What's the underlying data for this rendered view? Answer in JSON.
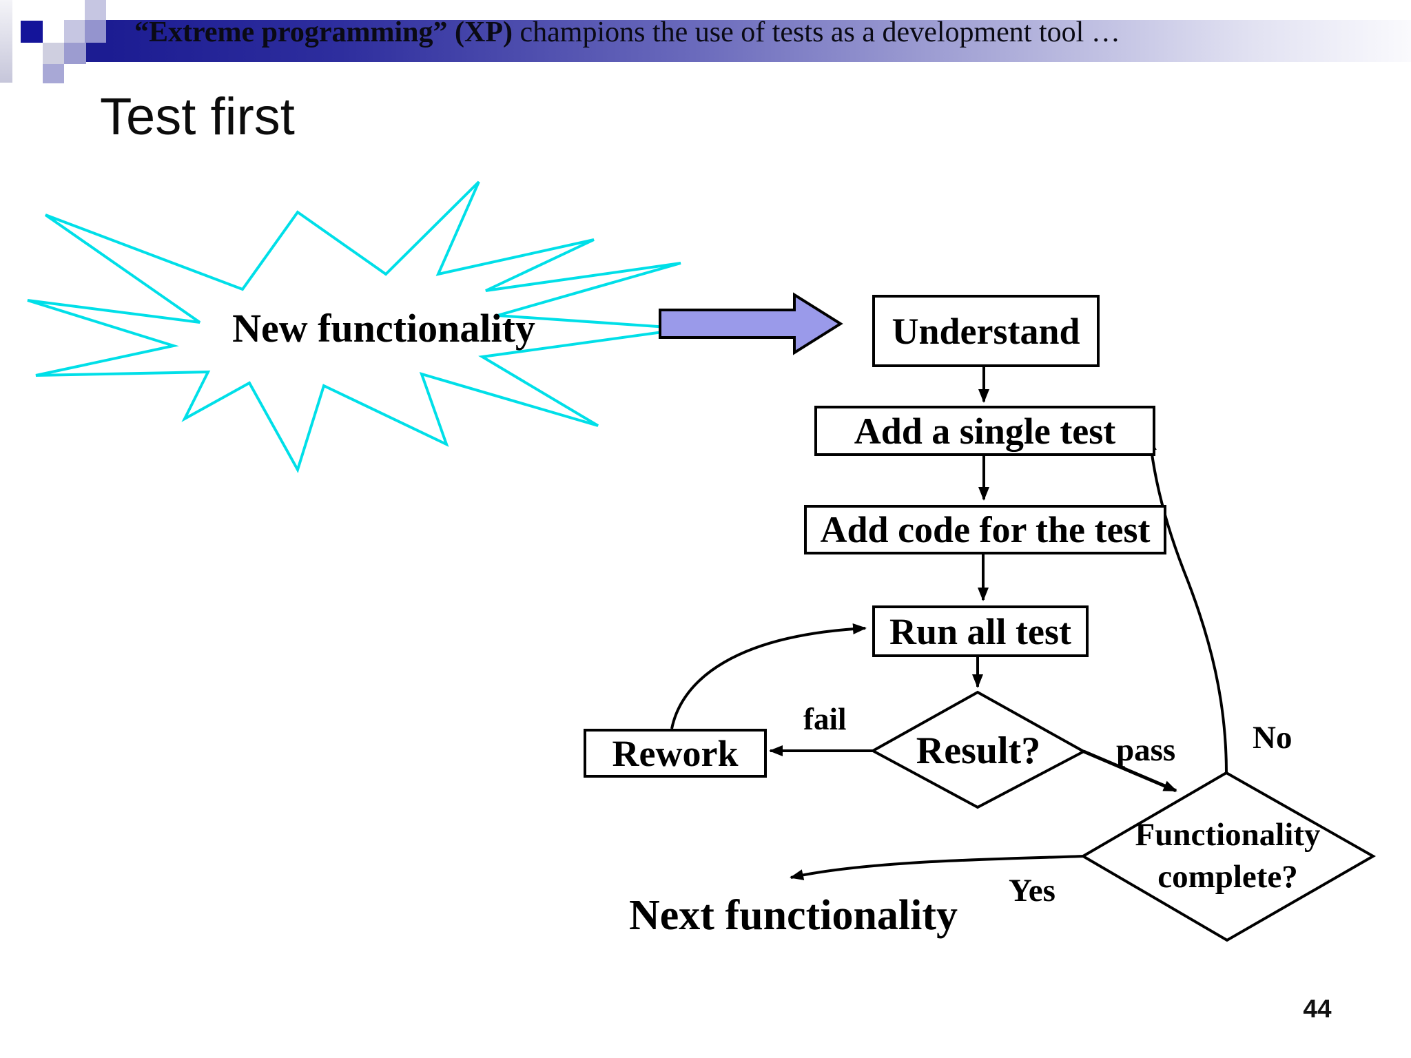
{
  "header": {
    "banner_bold": "“Extreme programming” (XP)",
    "banner_rest": " champions the use of tests as a development tool …"
  },
  "slide": {
    "title": "Test first",
    "page_number": "44"
  },
  "burst": {
    "label": "New functionality"
  },
  "flowchart": {
    "nodes": {
      "understand": "Understand",
      "add_single_test": "Add a single test",
      "add_code": "Add code for the test",
      "run_all_test": "Run all test",
      "result": "Result?",
      "rework": "Rework",
      "functionality_complete_line1": "Functionality",
      "functionality_complete_line2": "complete?"
    },
    "labels": {
      "fail": "fail",
      "pass": "pass",
      "no": "No",
      "yes": "Yes",
      "next_functionality": "Next functionality"
    }
  },
  "colors": {
    "banner_navy": "#1c1c92",
    "burst_stroke": "#00dfe8",
    "arrow_fill": "#9a9aea",
    "line_color": "#000000"
  }
}
